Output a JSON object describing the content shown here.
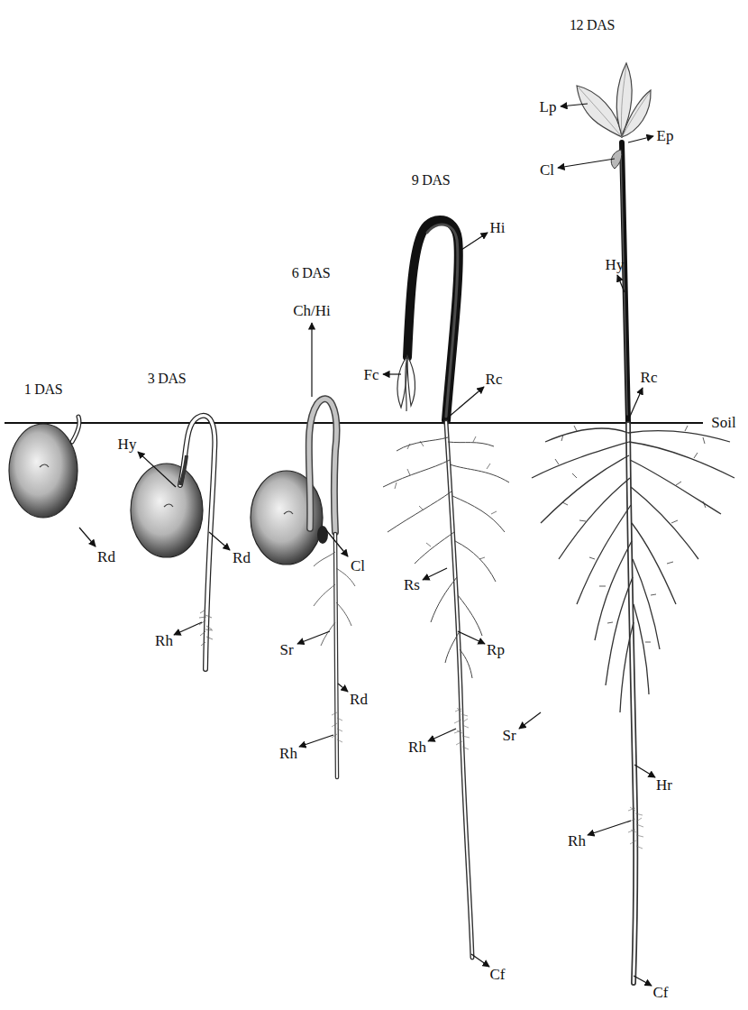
{
  "diagram": {
    "labels": [
      "1 DAS",
      "Rd",
      "3 DAS",
      "Hy",
      "Rd",
      "Rh",
      "6 DAS",
      "Ch/Hi",
      "Cl",
      "Sr",
      "Rd",
      "Rh",
      "9 DAS",
      "Hi",
      "Fc",
      "Rc",
      "Rs",
      "Rp",
      "Rh",
      "Cf",
      "12 DAS",
      "Lp",
      "Ep",
      "Cl",
      "Hy",
      "Rc",
      "Soil",
      "Sr",
      "Hr",
      "Rh",
      "Cf"
    ]
  }
}
